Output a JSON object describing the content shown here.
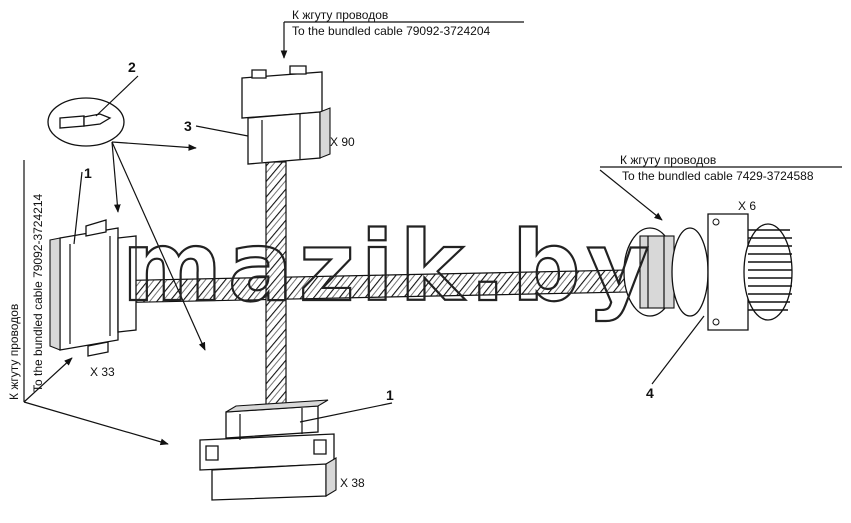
{
  "labels": {
    "cable_top_ru": "К жгуту проводов",
    "cable_top_en": "To the bundled cable 79092-3724204",
    "cable_right_ru": "К жгуту проводов",
    "cable_right_en": "To the bundled cable 7429-3724588",
    "cable_left_ru": "К жгуту проводов",
    "cable_left_en": "To the bundled cable 79092-3724214",
    "x90": "X 90",
    "x6": "X 6",
    "x33": "X 33",
    "x38": "X 38",
    "callout_1_left": "1",
    "callout_1_bottom": "1",
    "callout_2": "2",
    "callout_3": "3",
    "callout_4": "4",
    "watermark": "mazik.by"
  }
}
